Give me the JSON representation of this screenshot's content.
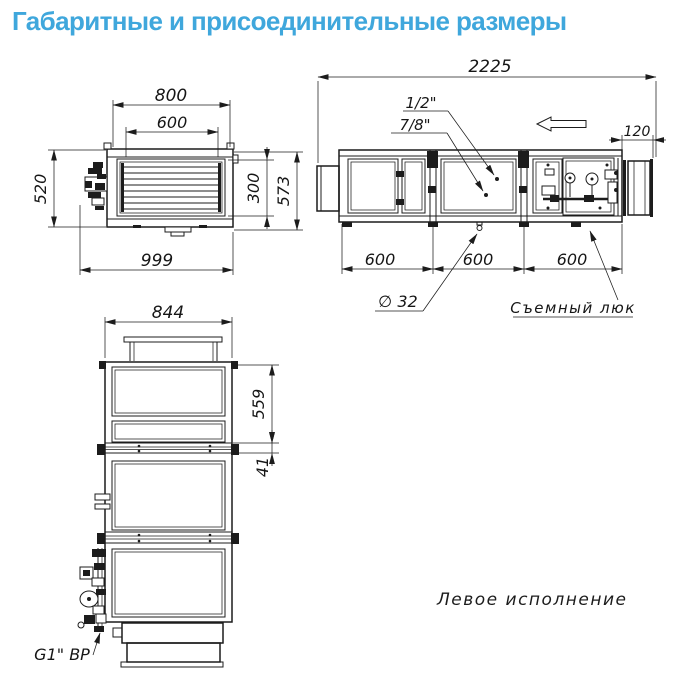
{
  "title": "Габаритные и присоединительные размеры",
  "note": "Левое исполнение",
  "title_color": "#3fa7dc",
  "line_color": "#1c1c1c",
  "end_view": {
    "w800": "800",
    "w600": "600",
    "h520": "520",
    "h300": "300",
    "h573": "573",
    "l999": "999"
  },
  "side_view": {
    "total": "2225",
    "duct": "120",
    "half": "1/2\"",
    "seveneighth": "7/8\"",
    "s1": "600",
    "s2": "600",
    "s3": "600",
    "drain": "∅ 32",
    "hatch": "Съемный люк"
  },
  "front_view": {
    "w844": "844",
    "h559": "559",
    "h41": "41",
    "thread": "G1\" ВР"
  }
}
